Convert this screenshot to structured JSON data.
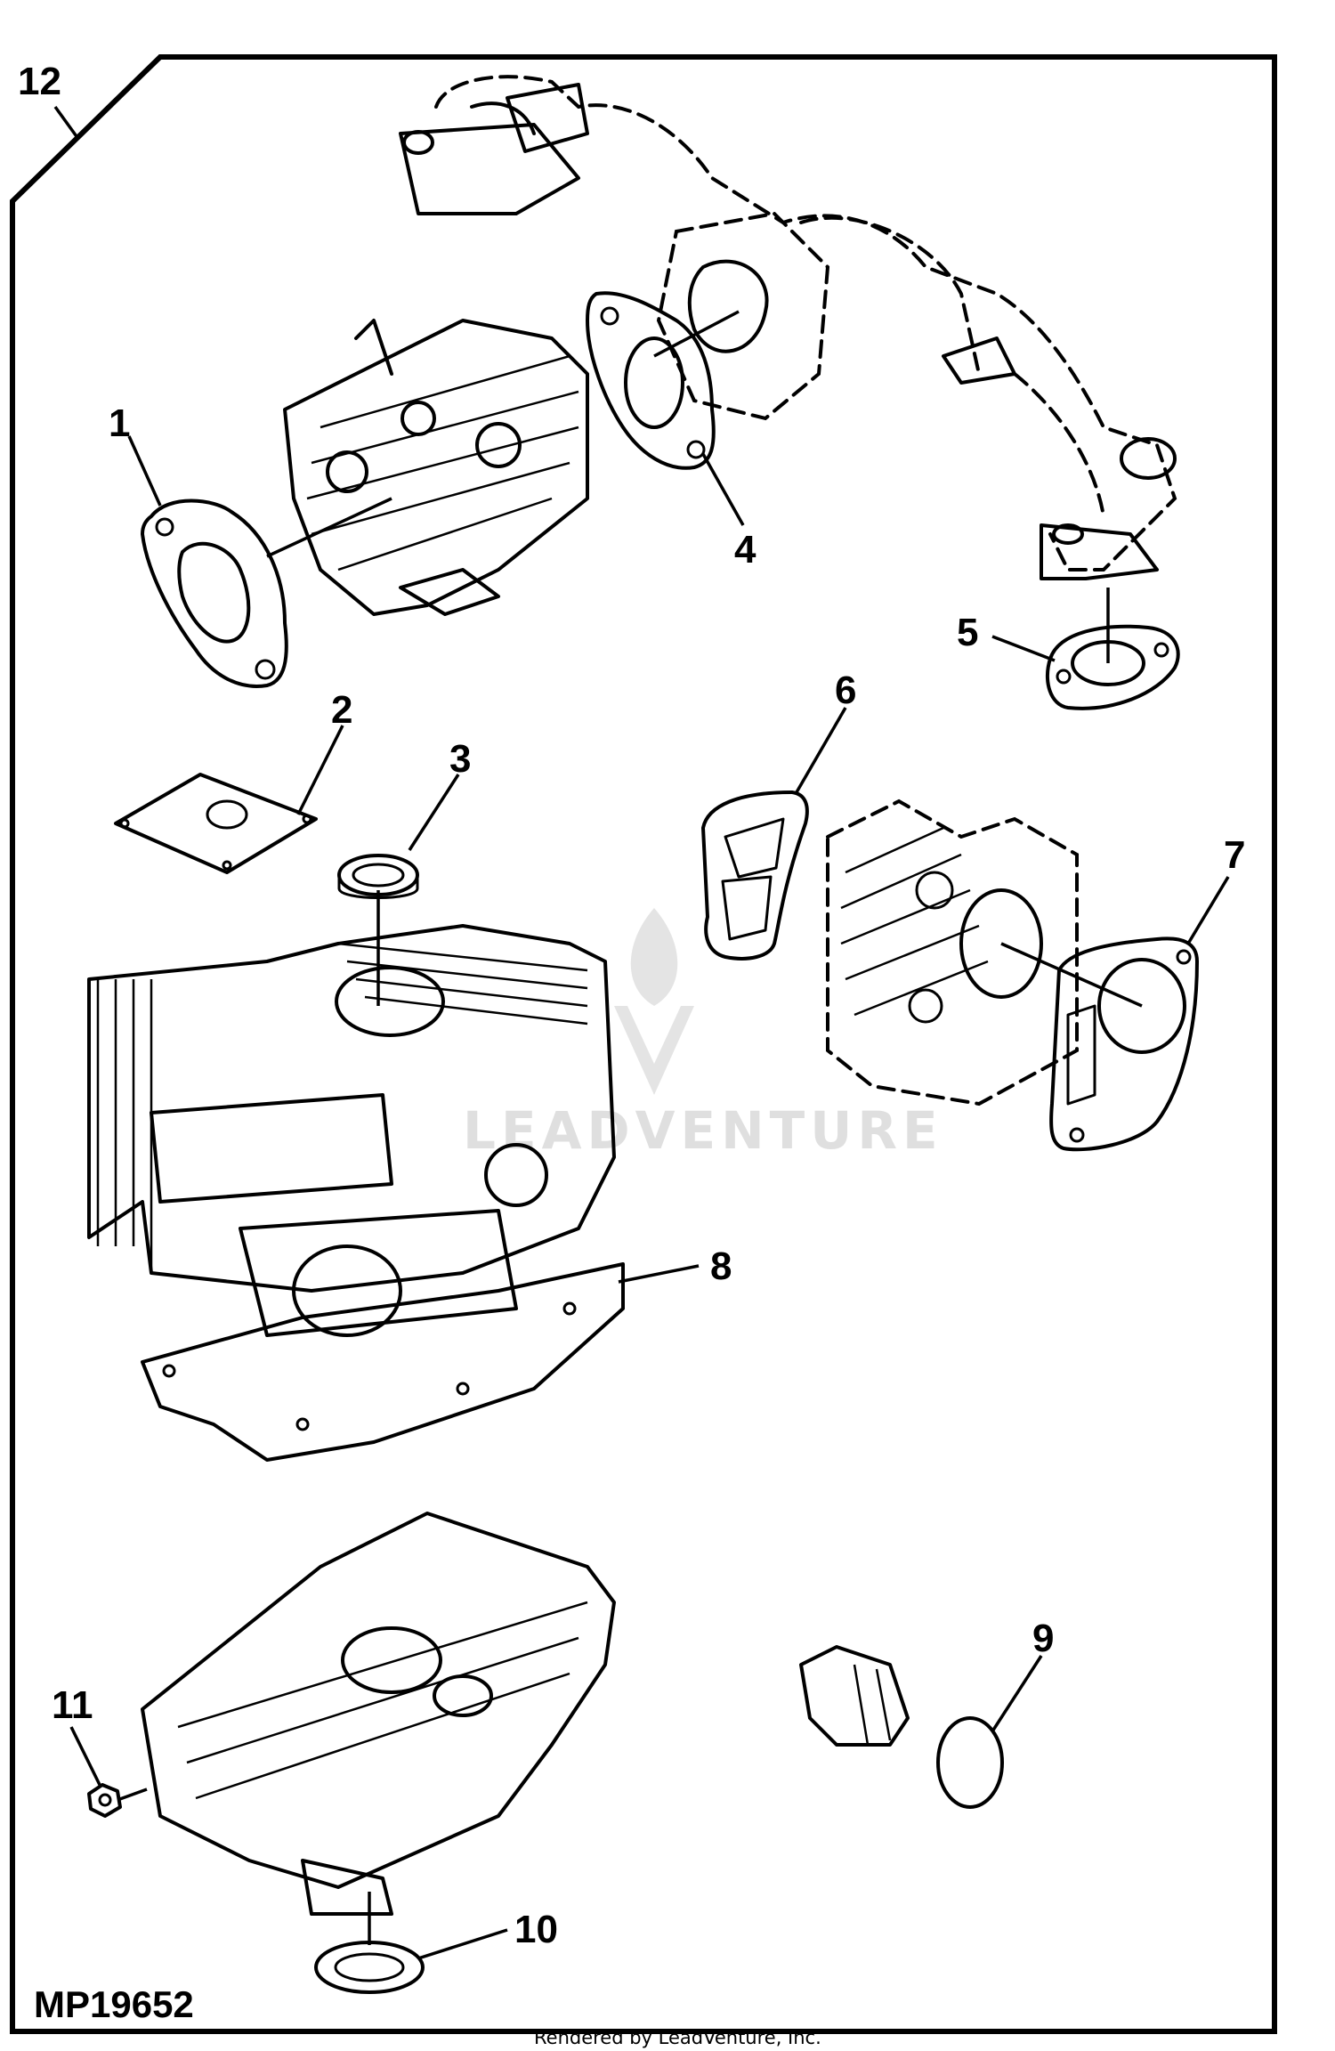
{
  "figure_id": "MP19652",
  "footer": "Rendered by LeadVenture, Inc.",
  "watermark": "LEADVENTURE",
  "callouts": [
    "1",
    "2",
    "3",
    "4",
    "5",
    "6",
    "7",
    "8",
    "9",
    "10",
    "11",
    "12"
  ]
}
